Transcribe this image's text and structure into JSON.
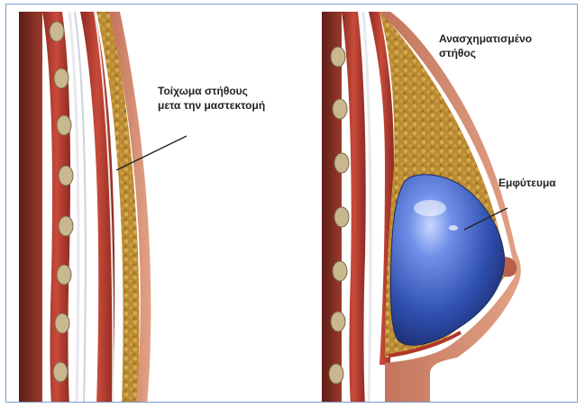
{
  "labels": {
    "chest_wall": [
      "Τοίχωμα στήθους",
      "μετα την μαστεκτομή"
    ],
    "reconstructed": [
      "Ανασχηματισμένο",
      "στήθος"
    ],
    "implant": "Εμφύτευμα"
  },
  "colors": {
    "frame_border": "#7d9bd0",
    "skin": "#d98d6f",
    "muscle": "#b2352a",
    "fat": "#b98a33",
    "rib": "#c9b78f",
    "implant": "#3a5cb8",
    "label_text": "#222222"
  }
}
